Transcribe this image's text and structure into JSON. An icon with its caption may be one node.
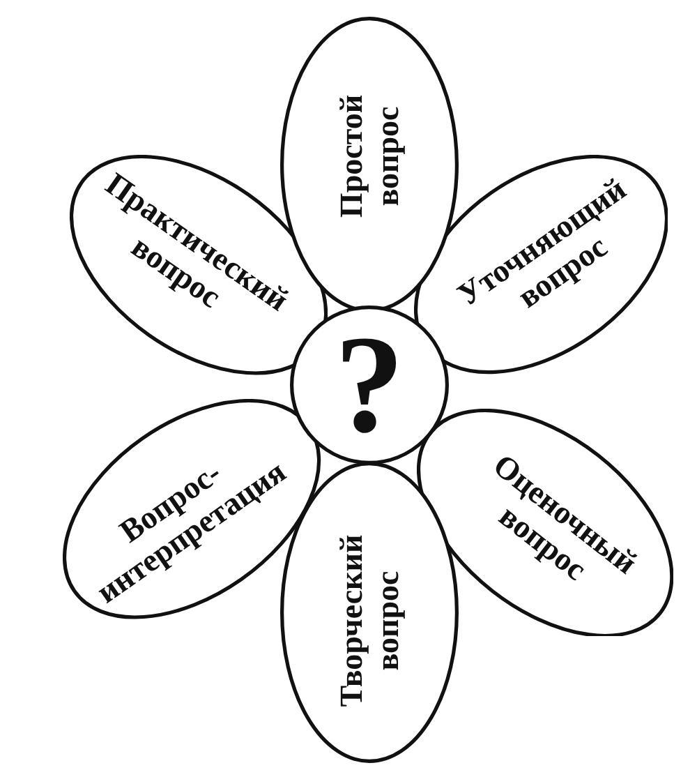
{
  "diagram": {
    "nodes": [
      {
        "text": [
          "?"
        ]
      },
      {
        "text": [
          "Простой вопрос"
        ]
      },
      {
        "text": [
          "Уточняющий вопрос"
        ]
      },
      {
        "text": [
          "Оценочный вопрос"
        ]
      },
      {
        "text": [
          "Творческий вопрос"
        ]
      },
      {
        "text": [
          "Вопрос-интерпретация"
        ]
      },
      {
        "text": [
          "Практический вопрос"
        ]
      }
    ]
  }
}
